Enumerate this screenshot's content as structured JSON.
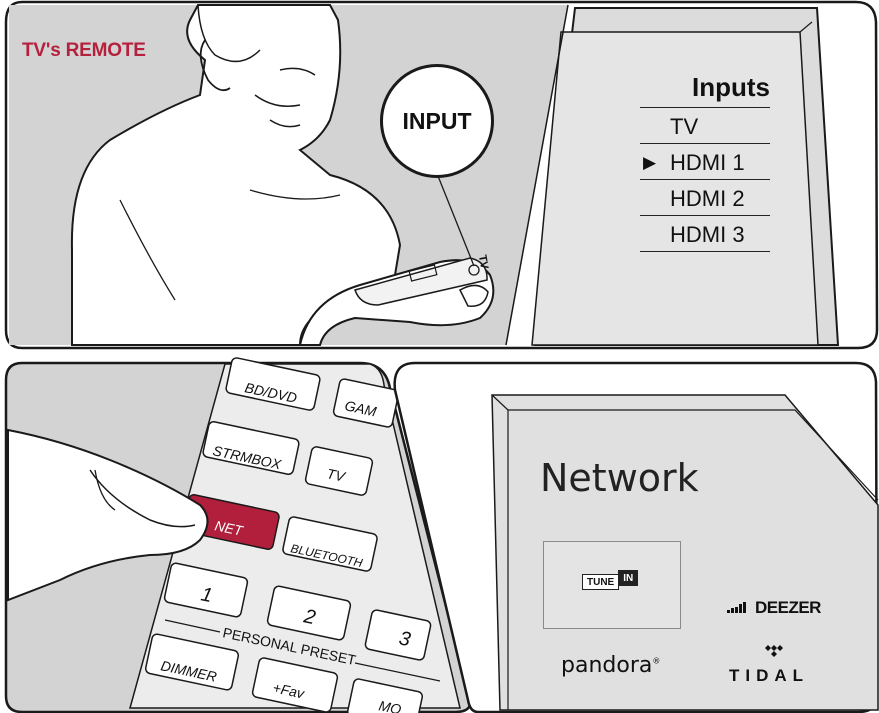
{
  "panel_top": {
    "remote_label": "TV's REMOTE",
    "input_button_label": "INPUT",
    "tv_brand_mark": "TV",
    "inputs_menu": {
      "title": "Inputs",
      "items": [
        "TV",
        "HDMI 1",
        "HDMI 2",
        "HDMI 3"
      ],
      "selected": "HDMI 1"
    }
  },
  "panel_remote": {
    "buttons": [
      "BD/DVD",
      "GAM",
      "STRMBOX",
      "TV",
      "NET",
      "BLUETOOTH",
      "1",
      "2",
      "3",
      "DIMMER",
      "+Fav",
      "MO"
    ],
    "highlighted_button": "NET",
    "group_label": "PERSONAL PRESET",
    "highlight_color": "#b11f3c"
  },
  "panel_network": {
    "title": "Network",
    "services": [
      "TUNE",
      "IN",
      "DEEZER",
      "pandora",
      "®",
      "TIDAL"
    ]
  }
}
